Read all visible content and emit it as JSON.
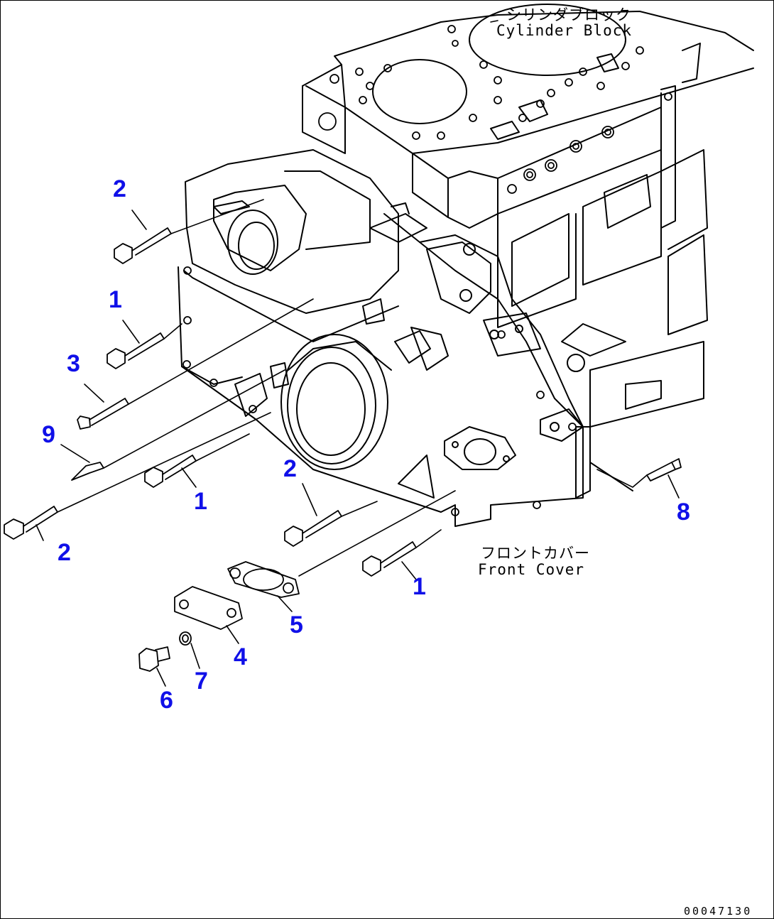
{
  "labels": {
    "cylinder_block_jp": "シリンダブロック",
    "cylinder_block_en": "Cylinder Block",
    "front_cover_jp": "フロントカバー",
    "front_cover_en": "Front Cover"
  },
  "callouts": {
    "c2_top": "2",
    "c1_left": "1",
    "c3": "3",
    "c9": "9",
    "c2_left_bottom": "2",
    "c1_mid": "1",
    "c2_center": "2",
    "c1_bottom": "1",
    "c5": "5",
    "c4": "4",
    "c7": "7",
    "c6": "6",
    "c8": "8"
  },
  "document_number": "00047130",
  "colors": {
    "callout": "#1010e8",
    "line": "#000000",
    "background": "#ffffff"
  }
}
